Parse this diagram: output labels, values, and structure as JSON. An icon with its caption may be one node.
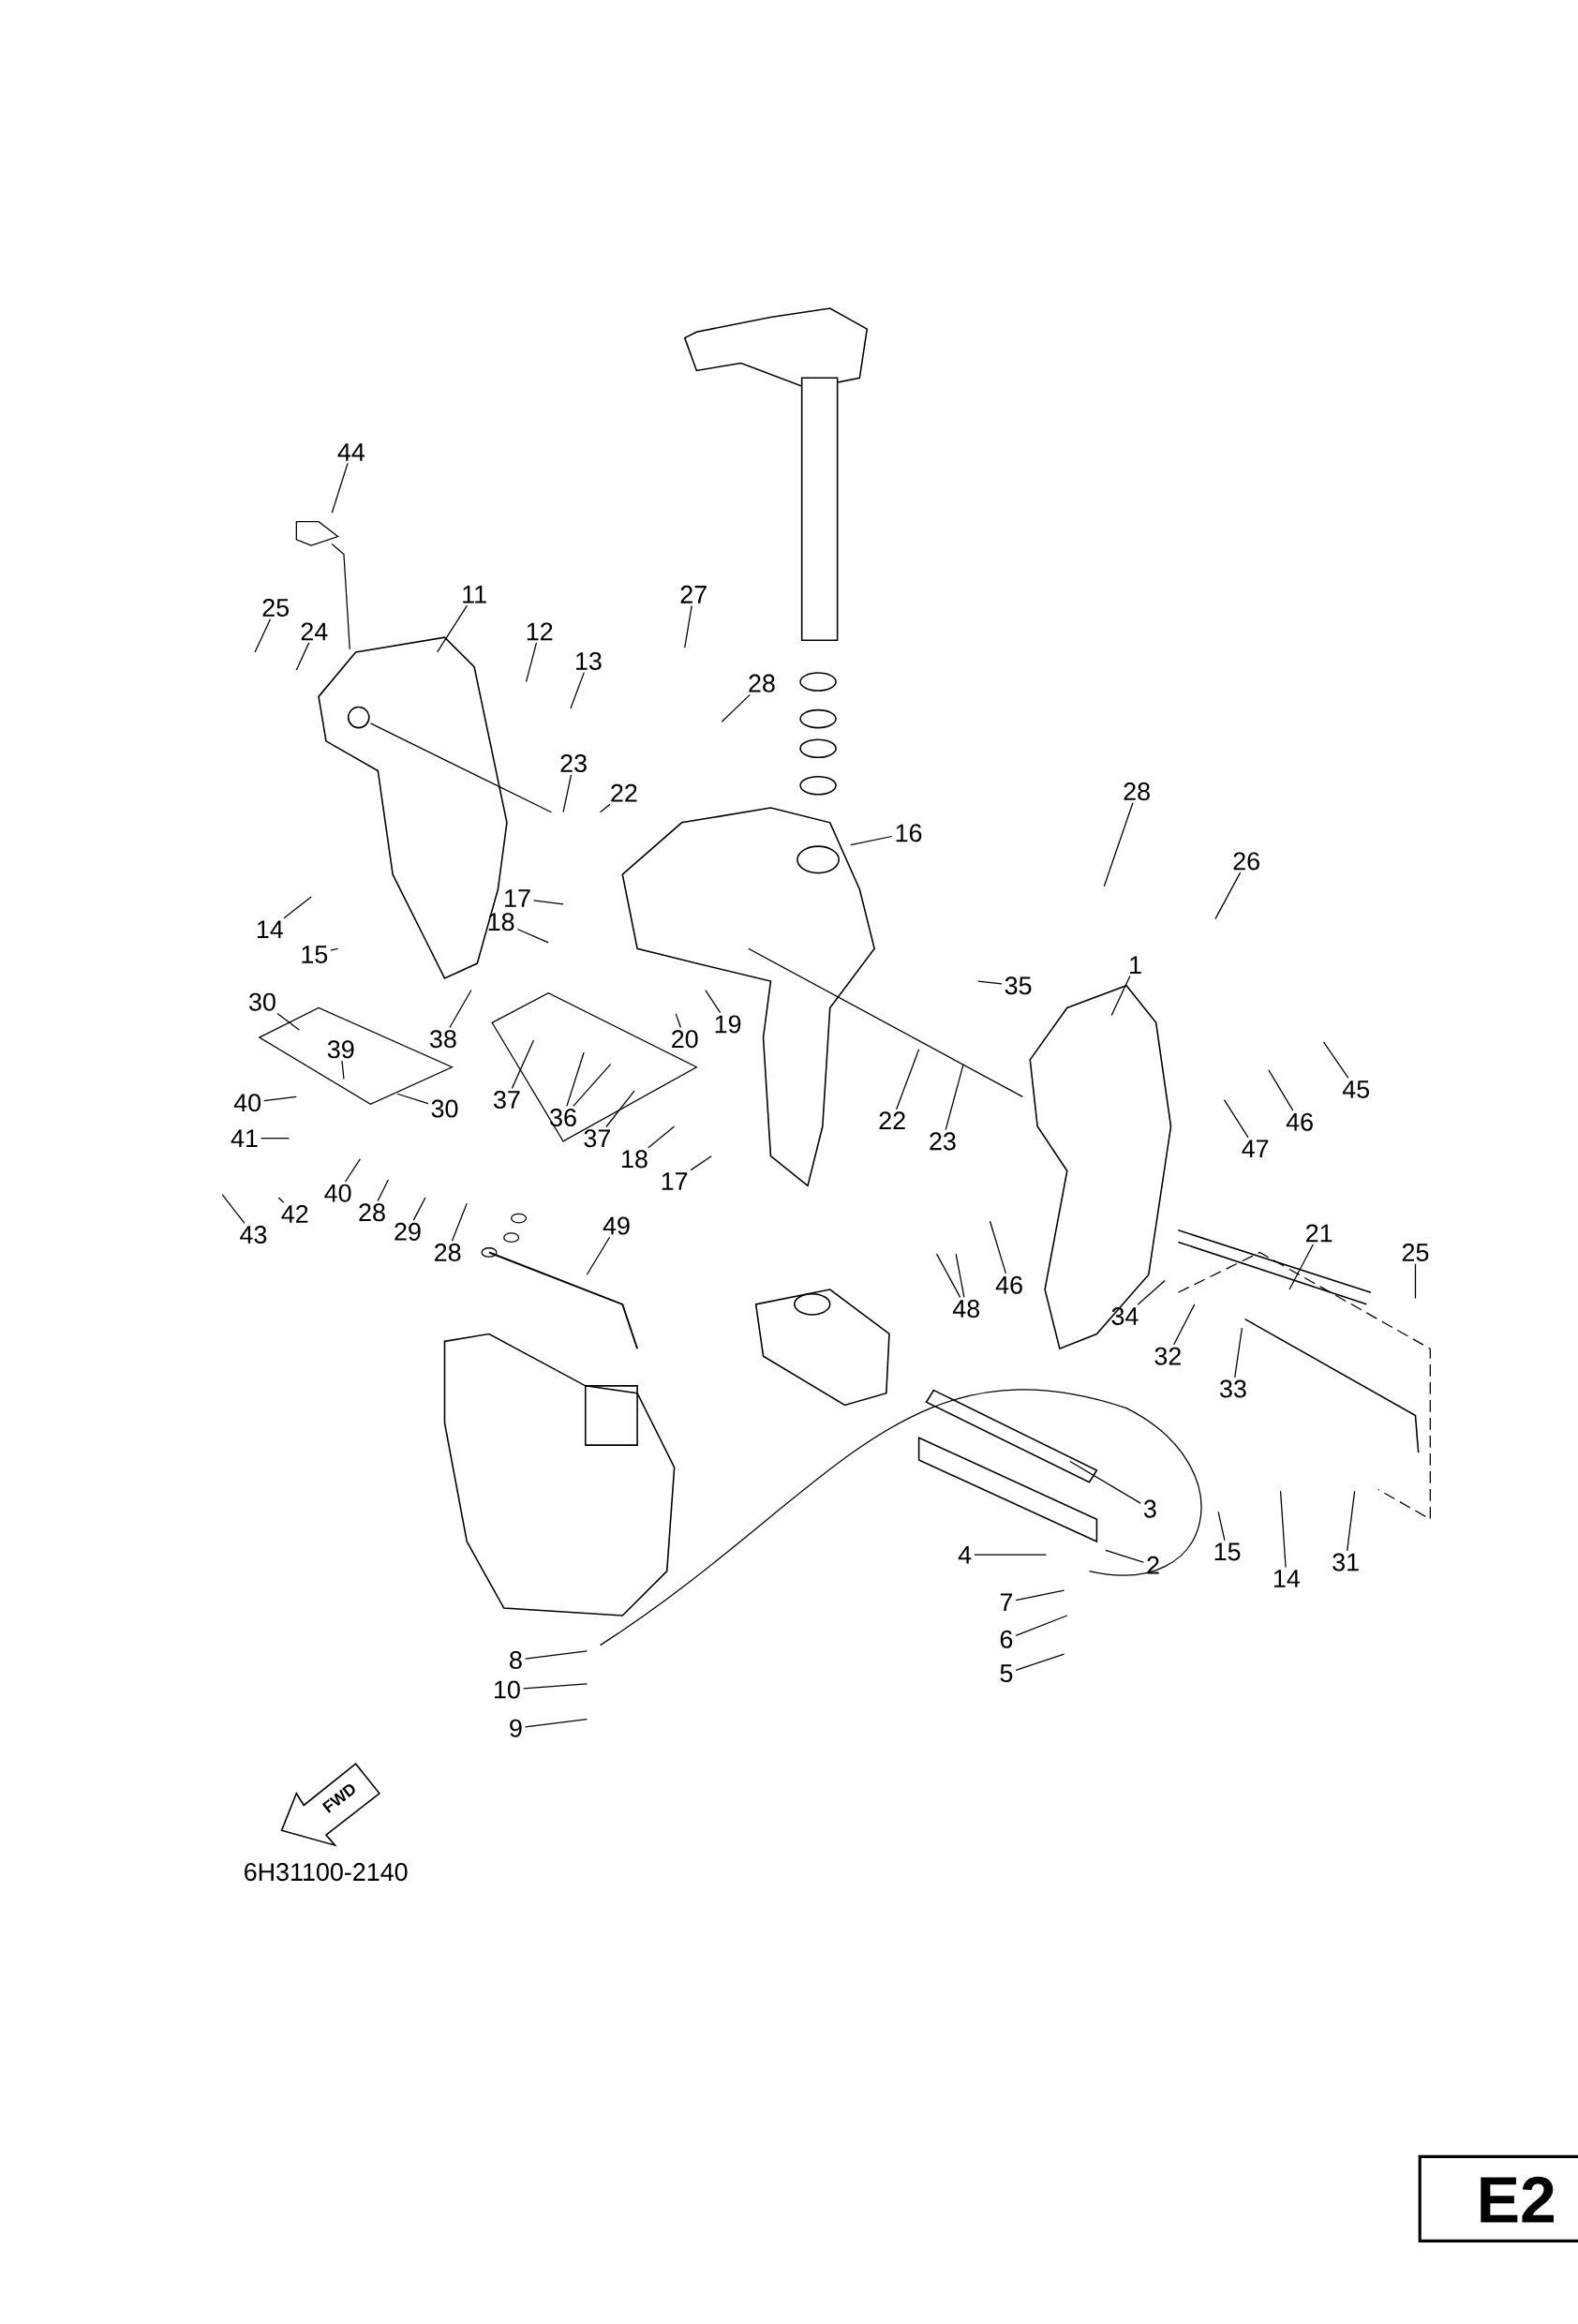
{
  "diagram": {
    "nodes": [
      {
        "text": [
          "44"
        ]
      },
      {
        "text": [
          "25"
        ]
      },
      {
        "text": [
          "11"
        ]
      },
      {
        "text": [
          "27"
        ]
      },
      {
        "text": [
          "24"
        ]
      },
      {
        "text": [
          "12"
        ]
      },
      {
        "text": [
          "13"
        ]
      },
      {
        "text": [
          "28"
        ]
      },
      {
        "text": [
          "23"
        ]
      },
      {
        "text": [
          "22"
        ]
      },
      {
        "text": [
          "28"
        ]
      },
      {
        "text": [
          "16"
        ]
      },
      {
        "text": [
          "26"
        ]
      },
      {
        "text": [
          "17"
        ]
      },
      {
        "text": [
          "18"
        ]
      },
      {
        "text": [
          "14"
        ]
      },
      {
        "text": [
          "15"
        ]
      },
      {
        "text": [
          "1"
        ]
      },
      {
        "text": [
          "35"
        ]
      },
      {
        "text": [
          "30"
        ]
      },
      {
        "text": [
          "19"
        ]
      },
      {
        "text": [
          "38"
        ]
      },
      {
        "text": [
          "20"
        ]
      },
      {
        "text": [
          "39"
        ]
      },
      {
        "text": [
          "45"
        ]
      },
      {
        "text": [
          "37"
        ]
      },
      {
        "text": [
          "40"
        ]
      },
      {
        "text": [
          "30"
        ]
      },
      {
        "text": [
          "36"
        ]
      },
      {
        "text": [
          "22"
        ]
      },
      {
        "text": [
          "46"
        ]
      },
      {
        "text": [
          "41"
        ]
      },
      {
        "text": [
          "37"
        ]
      },
      {
        "text": [
          "23"
        ]
      },
      {
        "text": [
          "47"
        ]
      },
      {
        "text": [
          "18"
        ]
      },
      {
        "text": [
          "17"
        ]
      },
      {
        "text": [
          "40"
        ]
      },
      {
        "text": [
          "28"
        ]
      },
      {
        "text": [
          "42"
        ]
      },
      {
        "text": [
          "49"
        ]
      },
      {
        "text": [
          "21"
        ]
      },
      {
        "text": [
          "43"
        ]
      },
      {
        "text": [
          "29"
        ]
      },
      {
        "text": [
          "28"
        ]
      },
      {
        "text": [
          "25"
        ]
      },
      {
        "text": [
          "46"
        ]
      },
      {
        "text": [
          "48"
        ]
      },
      {
        "text": [
          "34"
        ]
      },
      {
        "text": [
          "32"
        ]
      },
      {
        "text": [
          "33"
        ]
      },
      {
        "text": [
          "3"
        ]
      },
      {
        "text": [
          "4"
        ]
      },
      {
        "text": [
          "15"
        ]
      },
      {
        "text": [
          "31"
        ]
      },
      {
        "text": [
          "2"
        ]
      },
      {
        "text": [
          "14"
        ]
      },
      {
        "text": [
          "7"
        ]
      },
      {
        "text": [
          "6"
        ]
      },
      {
        "text": [
          "8"
        ]
      },
      {
        "text": [
          "5"
        ]
      },
      {
        "text": [
          "10"
        ]
      },
      {
        "text": [
          "9"
        ]
      }
    ],
    "edges": [
      {
        "from": 0,
        "to": null,
        "arrow": "none"
      },
      {
        "from": 1,
        "to": null,
        "arrow": "none"
      },
      {
        "from": 2,
        "to": null,
        "arrow": "none"
      },
      {
        "from": 3,
        "to": null,
        "arrow": "none"
      },
      {
        "from": 4,
        "to": null,
        "arrow": "none"
      },
      {
        "from": 5,
        "to": null,
        "arrow": "none"
      },
      {
        "from": 6,
        "to": null,
        "arrow": "none"
      },
      {
        "from": 7,
        "to": null,
        "arrow": "none"
      },
      {
        "from": 8,
        "to": null,
        "arrow": "none"
      },
      {
        "from": 9,
        "to": null,
        "arrow": "none"
      },
      {
        "from": 10,
        "to": null,
        "arrow": "none"
      },
      {
        "from": 11,
        "to": null,
        "arrow": "none"
      },
      {
        "from": 12,
        "to": null,
        "arrow": "none"
      },
      {
        "from": 13,
        "to": null,
        "arrow": "none"
      },
      {
        "from": 14,
        "to": null,
        "arrow": "none"
      },
      {
        "from": 15,
        "to": null,
        "arrow": "none"
      },
      {
        "from": 16,
        "to": null,
        "arrow": "none"
      },
      {
        "from": 17,
        "to": null,
        "arrow": "none"
      },
      {
        "from": 18,
        "to": null,
        "arrow": "none"
      },
      {
        "from": 19,
        "to": null,
        "arrow": "none"
      },
      {
        "from": 20,
        "to": null,
        "arrow": "none"
      },
      {
        "from": 21,
        "to": null,
        "arrow": "none"
      },
      {
        "from": 22,
        "to": null,
        "arrow": "none"
      },
      {
        "from": 23,
        "to": null,
        "arrow": "none"
      },
      {
        "from": 24,
        "to": null,
        "arrow": "none"
      },
      {
        "from": 25,
        "to": null,
        "arrow": "none"
      },
      {
        "from": 26,
        "to": null,
        "arrow": "none"
      },
      {
        "from": 27,
        "to": null,
        "arrow": "none"
      },
      {
        "from": 28,
        "to": null,
        "arrow": "none"
      },
      {
        "from": 28,
        "to": null,
        "arrow": "none"
      },
      {
        "from": 29,
        "to": null,
        "arrow": "none"
      },
      {
        "from": 30,
        "to": null,
        "arrow": "none"
      },
      {
        "from": 31,
        "to": null,
        "arrow": "none"
      },
      {
        "from": 32,
        "to": null,
        "arrow": "none"
      },
      {
        "from": 33,
        "to": null,
        "arrow": "none"
      },
      {
        "from": 34,
        "to": null,
        "arrow": "none"
      },
      {
        "from": 35,
        "to": null,
        "arrow": "none"
      },
      {
        "from": 36,
        "to": null,
        "arrow": "none"
      },
      {
        "from": 37,
        "to": null,
        "arrow": "none"
      },
      {
        "from": 38,
        "to": null,
        "arrow": "none"
      },
      {
        "from": 39,
        "to": null,
        "arrow": "none"
      },
      {
        "from": 40,
        "to": null,
        "arrow": "none"
      },
      {
        "from": 41,
        "to": null,
        "arrow": "none"
      },
      {
        "from": 42,
        "to": null,
        "arrow": "none"
      },
      {
        "from": 43,
        "to": null,
        "arrow": "none"
      },
      {
        "from": 44,
        "to": null,
        "arrow": "none"
      },
      {
        "from": 45,
        "to": null,
        "arrow": "none"
      },
      {
        "from": 46,
        "to": null,
        "arrow": "none"
      },
      {
        "from": 47,
        "to": null,
        "arrow": "none"
      },
      {
        "from": 47,
        "to": null,
        "arrow": "none"
      },
      {
        "from": 48,
        "to": null,
        "arrow": "none"
      },
      {
        "from": 49,
        "to": null,
        "arrow": "none"
      },
      {
        "from": 50,
        "to": null,
        "arrow": "none"
      },
      {
        "from": 51,
        "to": null,
        "arrow": "none"
      },
      {
        "from": 52,
        "to": null,
        "arrow": "none"
      },
      {
        "from": 53,
        "to": null,
        "arrow": "none"
      },
      {
        "from": 54,
        "to": null,
        "arrow": "none"
      },
      {
        "from": 55,
        "to": null,
        "arrow": "none"
      },
      {
        "from": 56,
        "to": null,
        "arrow": "none"
      },
      {
        "from": 57,
        "to": null,
        "arrow": "none"
      },
      {
        "from": 58,
        "to": null,
        "arrow": "none"
      },
      {
        "from": 59,
        "to": null,
        "arrow": "none"
      },
      {
        "from": 60,
        "to": null,
        "arrow": "none"
      },
      {
        "from": 61,
        "to": null,
        "arrow": "none"
      },
      {
        "from": 62,
        "to": null,
        "arrow": "none"
      }
    ],
    "labels": [
      "FWD",
      "6H31100-2140",
      "E2"
    ]
  }
}
